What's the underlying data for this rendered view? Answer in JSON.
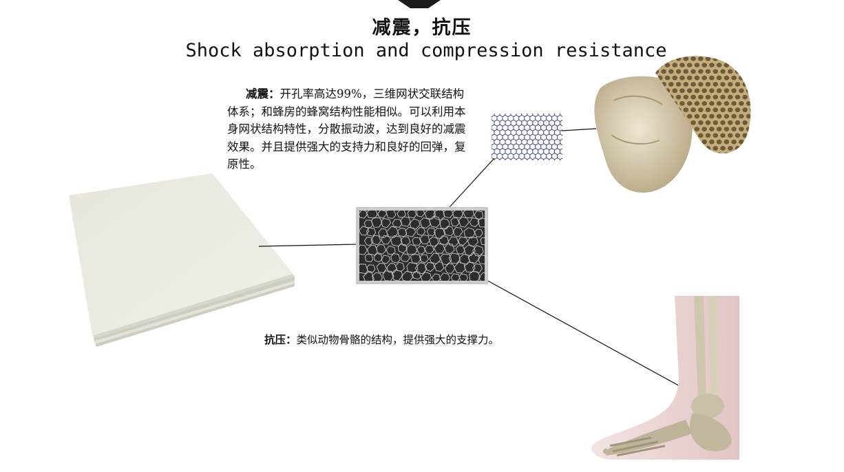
{
  "title": {
    "chinese": "减震，抗压",
    "english": "Shock absorption and compression resistance"
  },
  "shock_absorption": {
    "label": "减震：",
    "text": "开孔率高达99%，三维网状交联结构体系；和蜂房的蜂窝结构性能相似。可以利用本身网状结构特性，分散振动波，达到良好的减震效果。并且提供强大的支持力和良好的回弹，复原性。"
  },
  "compression_resistance": {
    "label": "抗压：",
    "text": "类似动物骨骼的结构，提供强大的支撑力。"
  },
  "images": {
    "foam_sheet": "foam-sheet-image",
    "micro_structure": "micro-structure-image",
    "hexagon_pattern": "hexagon-pattern-icon",
    "honeycomb": "honeycomb-image",
    "skeleton_foot": "foot-skeleton-image"
  },
  "colors": {
    "top_tab": "#1a1a1a",
    "hex_stroke": "#3a3f8a",
    "foam": "#ebe9e0",
    "honeycomb": "#c8b48a",
    "bone": "#d4cbb4",
    "skin": "#e8cfcf"
  }
}
